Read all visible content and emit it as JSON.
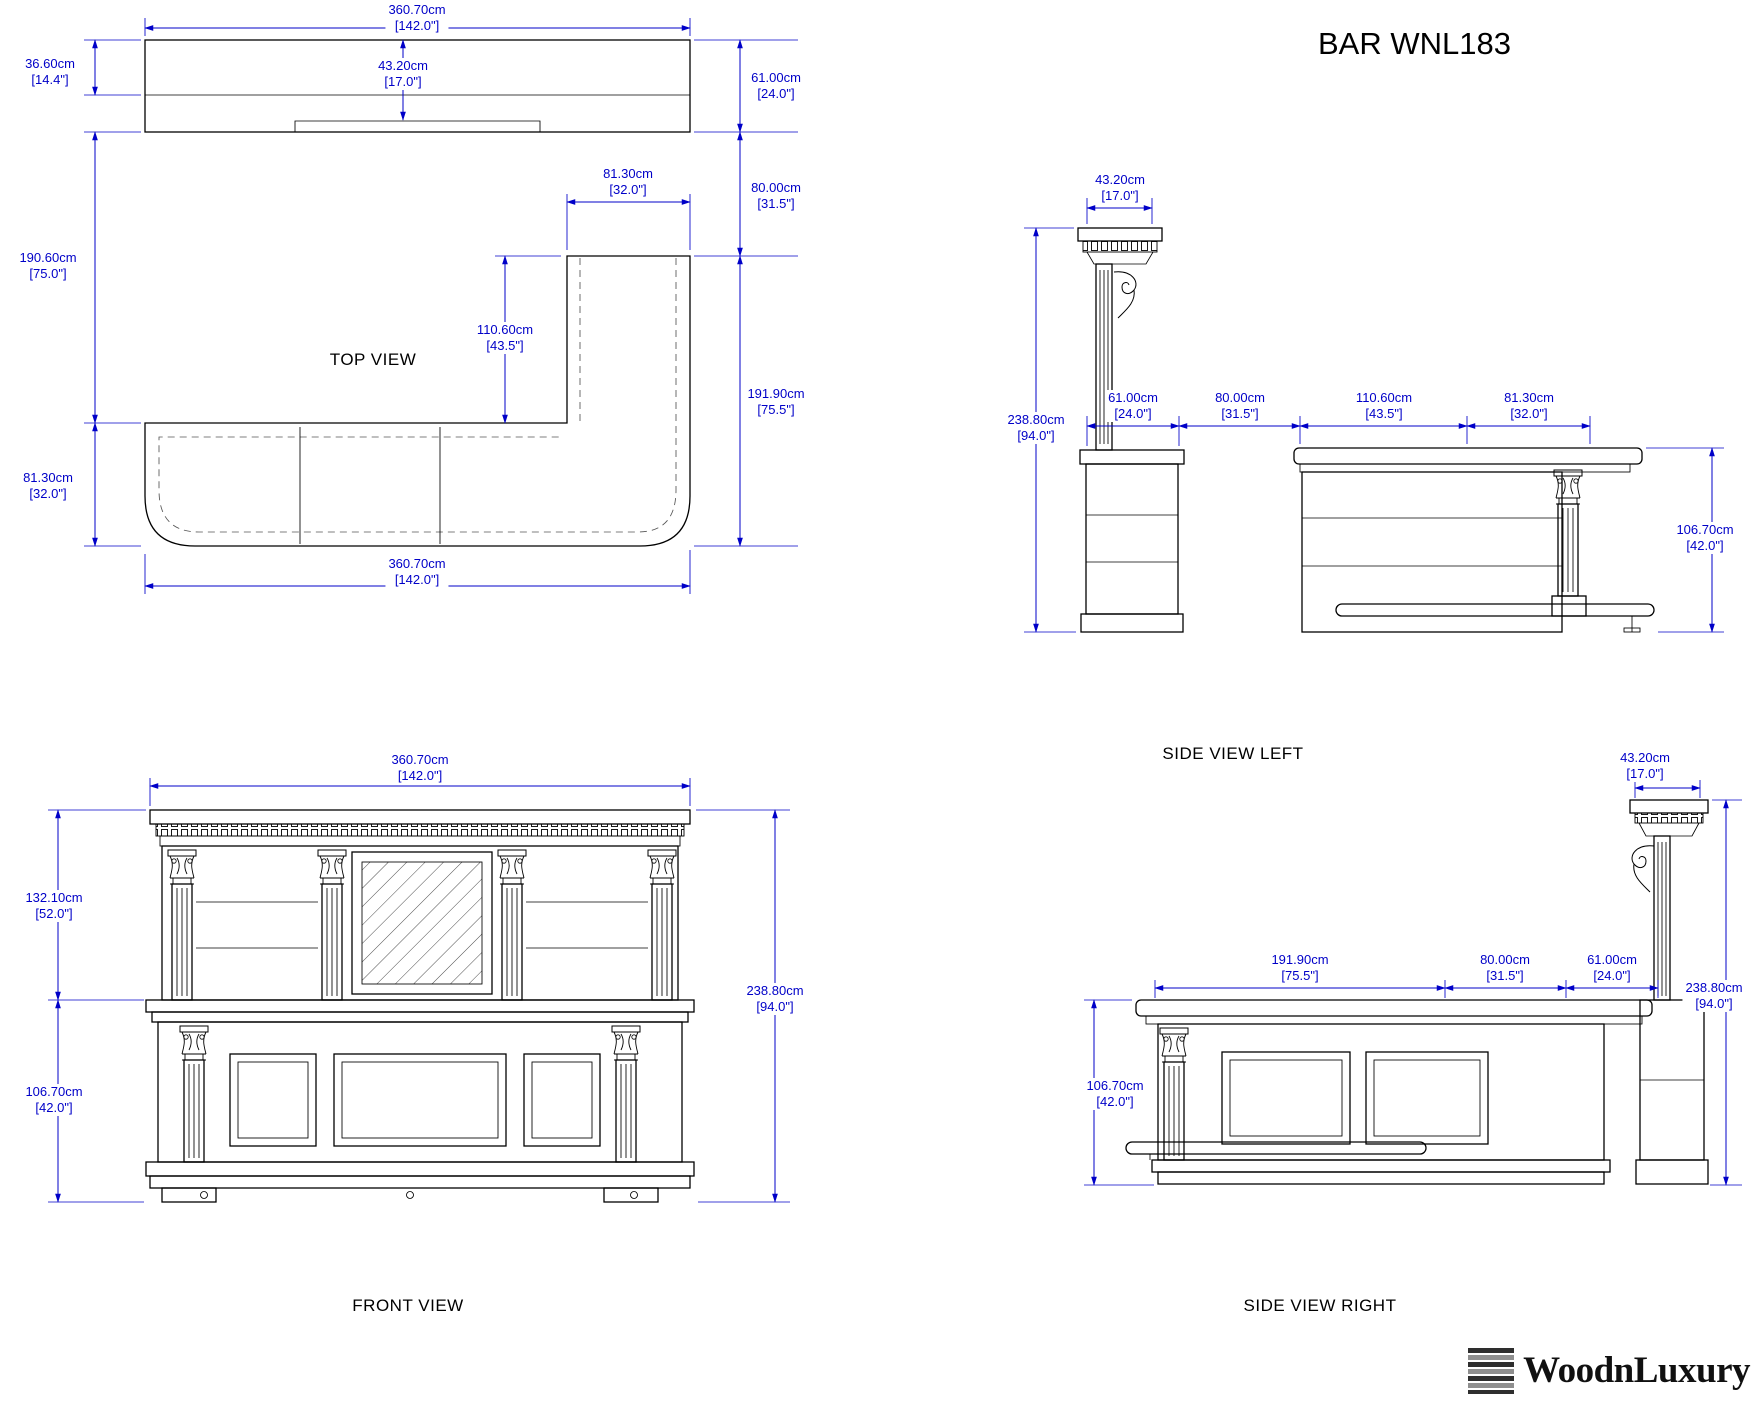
{
  "title": "BAR WNL183",
  "brand": {
    "name": "WoodnLuxury",
    "logo_icon": "stacked-stripes-square"
  },
  "colors": {
    "dimension_blue": "#0000c8",
    "line_black": "#000000",
    "background": "#ffffff"
  },
  "views": {
    "top": {
      "label": "TOP VIEW",
      "dims": {
        "width_top": {
          "cm": "360.70cm",
          "in": "[142.0\"]"
        },
        "hutch_depth": {
          "cm": "36.60cm",
          "in": "[14.4\"]"
        },
        "counter_depth": {
          "cm": "43.20cm",
          "in": "[17.0\"]"
        },
        "back_depth": {
          "cm": "61.00cm",
          "in": "[24.0\"]"
        },
        "gap": {
          "cm": "80.00cm",
          "in": "[31.5\"]"
        },
        "arm_width": {
          "cm": "81.30cm",
          "in": "[32.0\"]"
        },
        "left_length": {
          "cm": "190.60cm",
          "in": "[75.0\"]"
        },
        "inner_length": {
          "cm": "110.60cm",
          "in": "[43.5\"]"
        },
        "right_length": {
          "cm": "191.90cm",
          "in": "[75.5\"]"
        },
        "front_depth": {
          "cm": "81.30cm",
          "in": "[32.0\"]"
        },
        "width_bottom": {
          "cm": "360.70cm",
          "in": "[142.0\"]"
        }
      }
    },
    "side_left": {
      "label": "SIDE VIEW LEFT",
      "dims": {
        "top_depth": {
          "cm": "43.20cm",
          "in": "[17.0\"]"
        },
        "total_height": {
          "cm": "238.80cm",
          "in": "[94.0\"]"
        },
        "back_bar_depth": {
          "cm": "61.00cm",
          "in": "[24.0\"]"
        },
        "walkway": {
          "cm": "80.00cm",
          "in": "[31.5\"]"
        },
        "counter_depth": {
          "cm": "110.60cm",
          "in": "[43.5\"]"
        },
        "counter_front": {
          "cm": "81.30cm",
          "in": "[32.0\"]"
        },
        "counter_height": {
          "cm": "106.70cm",
          "in": "[42.0\"]"
        }
      }
    },
    "front": {
      "label": "FRONT VIEW",
      "dims": {
        "width": {
          "cm": "360.70cm",
          "in": "[142.0\"]"
        },
        "upper_height": {
          "cm": "132.10cm",
          "in": "[52.0\"]"
        },
        "counter_height": {
          "cm": "106.70cm",
          "in": "[42.0\"]"
        },
        "total_height": {
          "cm": "238.80cm",
          "in": "[94.0\"]"
        }
      }
    },
    "side_right": {
      "label": "SIDE VIEW RIGHT",
      "dims": {
        "top_depth": {
          "cm": "43.20cm",
          "in": "[17.0\"]"
        },
        "counter_length": {
          "cm": "191.90cm",
          "in": "[75.5\"]"
        },
        "walkway": {
          "cm": "80.00cm",
          "in": "[31.5\"]"
        },
        "back_bar_depth": {
          "cm": "61.00cm",
          "in": "[24.0\"]"
        },
        "total_height": {
          "cm": "238.80cm",
          "in": "[94.0\"]"
        },
        "counter_height": {
          "cm": "106.70cm",
          "in": "[42.0\"]"
        }
      }
    }
  }
}
